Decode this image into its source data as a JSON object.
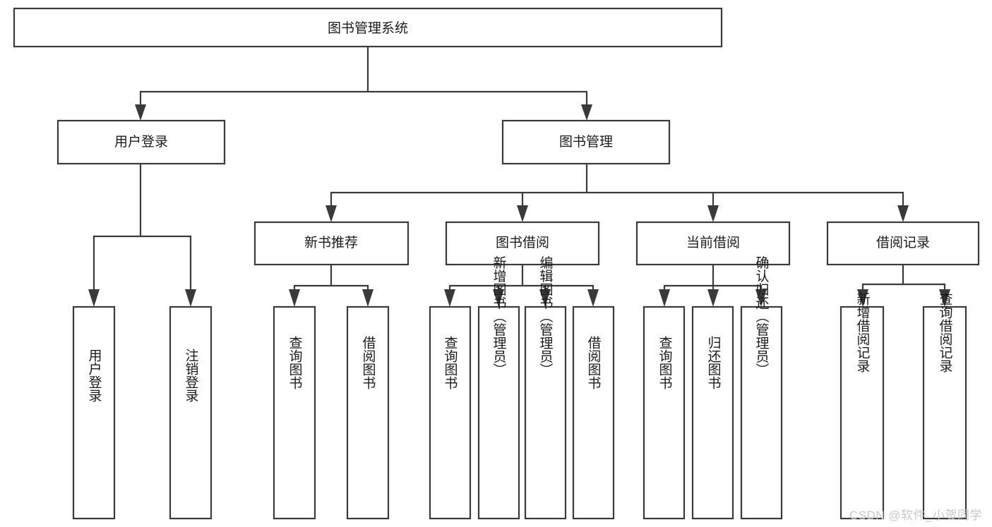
{
  "diagram": {
    "type": "tree-hierarchy",
    "title": "图书管理系统",
    "orientation": "top-down",
    "colors": {
      "box_fill": "#ffffff",
      "box_stroke": "#3a3a3a",
      "text": "#1b1b1b",
      "watermark": "#c8c8c8",
      "background": "#ffffff"
    },
    "nodes": {
      "root": {
        "label": "图书管理系统",
        "level": 0,
        "orientation": "horizontal"
      },
      "l1": [
        {
          "id": "user-login",
          "label": "用户登录",
          "level": 1,
          "orientation": "horizontal"
        },
        {
          "id": "book-manage",
          "label": "图书管理",
          "level": 1,
          "orientation": "horizontal"
        }
      ],
      "l2": [
        {
          "id": "new-book-recommend",
          "label": "新书推荐",
          "level": 2,
          "orientation": "horizontal",
          "parent": "book-manage"
        },
        {
          "id": "book-borrow",
          "label": "图书借阅",
          "level": 2,
          "orientation": "horizontal",
          "parent": "book-manage"
        },
        {
          "id": "current-borrow",
          "label": "当前借阅",
          "level": 2,
          "orientation": "horizontal",
          "parent": "book-manage"
        },
        {
          "id": "borrow-record",
          "label": "借阅记录",
          "level": 2,
          "orientation": "horizontal",
          "parent": "book-manage"
        }
      ],
      "leaves": [
        {
          "id": "leaf-user-login",
          "label": "用户登录",
          "parent": "user-login",
          "orientation": "vertical"
        },
        {
          "id": "leaf-user-logout",
          "label": "注销登录",
          "parent": "user-login",
          "orientation": "vertical"
        },
        {
          "id": "leaf-query-book-1",
          "label": "查询图书",
          "parent": "new-book-recommend",
          "orientation": "vertical"
        },
        {
          "id": "leaf-borrow-book-1",
          "label": "借阅图书",
          "parent": "new-book-recommend",
          "orientation": "vertical"
        },
        {
          "id": "leaf-query-book-2",
          "label": "查询图书",
          "parent": "book-borrow",
          "orientation": "vertical"
        },
        {
          "id": "leaf-add-book",
          "label": "新增图书（管理员）",
          "parent": "book-borrow",
          "orientation": "vertical"
        },
        {
          "id": "leaf-edit-book",
          "label": "编辑图书（管理员）",
          "parent": "book-borrow",
          "orientation": "vertical"
        },
        {
          "id": "leaf-borrow-book-2",
          "label": "借阅图书",
          "parent": "book-borrow",
          "orientation": "vertical"
        },
        {
          "id": "leaf-query-book-3",
          "label": "查询图书",
          "parent": "current-borrow",
          "orientation": "vertical"
        },
        {
          "id": "leaf-return-book",
          "label": "归还图书",
          "parent": "current-borrow",
          "orientation": "vertical"
        },
        {
          "id": "leaf-confirm-return",
          "label": "确认归还（管理员）",
          "parent": "current-borrow",
          "orientation": "vertical"
        },
        {
          "id": "leaf-add-record",
          "label": "新增借阅记录",
          "parent": "borrow-record",
          "orientation": "vertical"
        },
        {
          "id": "leaf-query-record",
          "label": "查询借阅记录",
          "parent": "borrow-record",
          "orientation": "vertical"
        }
      ]
    }
  },
  "watermark": {
    "label": "CSDN @软件_小贺同学"
  }
}
